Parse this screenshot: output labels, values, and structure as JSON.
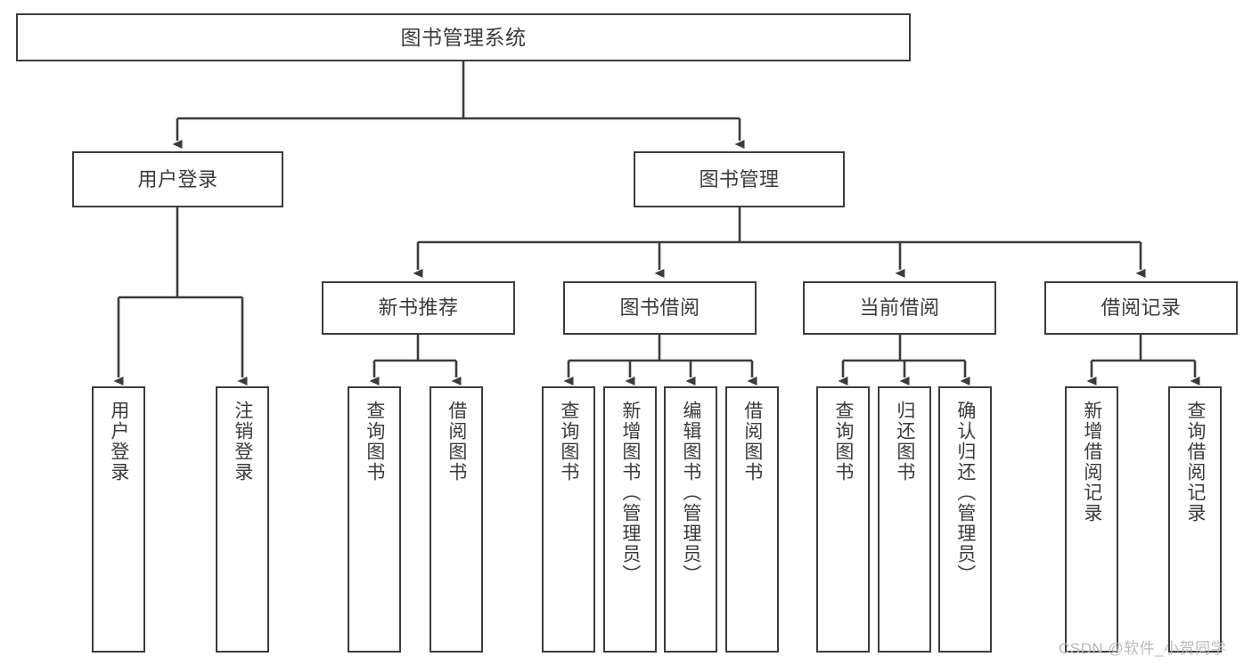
{
  "diagram": {
    "type": "tree",
    "title": "图书管理系统",
    "orientation": "top-down",
    "colors": {
      "background": "#ffffff",
      "box_border": "#3c3c3c",
      "box_fill": "#ffffff",
      "text": "#3b3b3b",
      "connector": "#3c3c3c",
      "watermark": "#b9b9b9"
    },
    "levels": {
      "level1_label": "图书管理系统",
      "level2_labels": [
        "用户登录",
        "图书管理"
      ],
      "level3_labels": [
        "新书推荐",
        "图书借阅",
        "当前借阅",
        "借阅记录"
      ]
    },
    "nodes": {
      "root": {
        "label": "图书管理系统"
      },
      "level2": [
        {
          "label": "用户登录"
        },
        {
          "label": "图书管理"
        }
      ],
      "level3": [
        {
          "label": "新书推荐"
        },
        {
          "label": "图书借阅"
        },
        {
          "label": "当前借阅"
        },
        {
          "label": "借阅记录"
        }
      ],
      "leaves": [
        {
          "label": "用户登录",
          "parent": "用户登录"
        },
        {
          "label": "注销登录",
          "parent": "用户登录"
        },
        {
          "label": "查询图书",
          "parent": "新书推荐"
        },
        {
          "label": "借阅图书",
          "parent": "新书推荐"
        },
        {
          "label": "查询图书",
          "parent": "图书借阅"
        },
        {
          "label": "新增图书（管理员）",
          "parent": "图书借阅"
        },
        {
          "label": "编辑图书（管理员）",
          "parent": "图书借阅"
        },
        {
          "label": "借阅图书",
          "parent": "图书借阅"
        },
        {
          "label": "查询图书",
          "parent": "当前借阅"
        },
        {
          "label": "归还图书",
          "parent": "当前借阅"
        },
        {
          "label": "确认归还（管理员）",
          "parent": "当前借阅"
        },
        {
          "label": "新增借阅记录",
          "parent": "借阅记录"
        },
        {
          "label": "查询借阅记录",
          "parent": "借阅记录"
        }
      ]
    }
  },
  "watermark": {
    "text": "CSDN @软件_小贺同学"
  }
}
